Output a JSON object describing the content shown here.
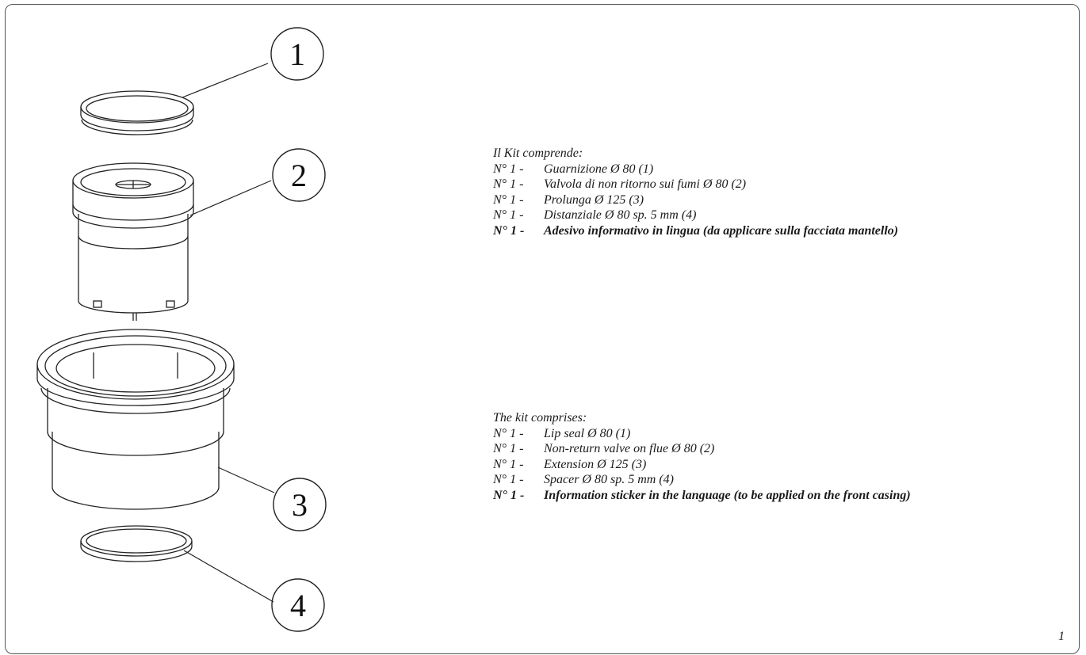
{
  "callouts": [
    "1",
    "2",
    "3",
    "4"
  ],
  "kit_it": {
    "heading": "Il Kit comprende:",
    "items": [
      {
        "qty": "N° 1 -",
        "text": "Guarnizione Ø 80 (1)"
      },
      {
        "qty": "N° 1 -",
        "text": "Valvola di non ritorno sui fumi Ø 80 (2)"
      },
      {
        "qty": "N° 1 -",
        "text": "Prolunga Ø 125 (3)"
      },
      {
        "qty": "N° 1 -",
        "text": "Distanziale Ø 80 sp. 5 mm (4)"
      },
      {
        "qty": "N° 1 -",
        "text": "Adesivo informativo in lingua (da applicare sulla facciata mantello)"
      }
    ]
  },
  "kit_en": {
    "heading": "The kit comprises:",
    "items": [
      {
        "qty": "N° 1 -",
        "text": "Lip seal Ø 80 (1)"
      },
      {
        "qty": "N° 1 -",
        "text": "Non-return valve on flue Ø 80 (2)"
      },
      {
        "qty": "N° 1 -",
        "text": "Extension Ø 125 (3)"
      },
      {
        "qty": "N° 1 -",
        "text": "Spacer Ø 80 sp. 5 mm (4)"
      },
      {
        "qty": "N° 1 -",
        "text": "Information sticker in the language (to be applied on the front casing)"
      }
    ]
  },
  "page_number": "1"
}
